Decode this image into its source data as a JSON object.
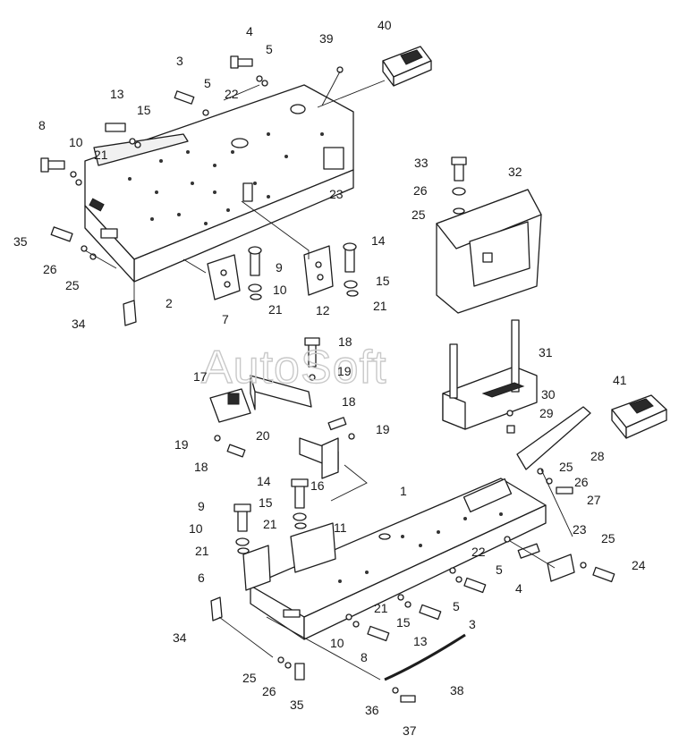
{
  "watermark": "AutoSoft",
  "callouts": {
    "n40": "40",
    "n39": "39",
    "n4a": "4",
    "n5a": "5",
    "n3a": "3",
    "n5b": "5",
    "n22a": "22",
    "n13a": "13",
    "n15a": "15",
    "n8a": "8",
    "n10a": "10",
    "n21a": "21",
    "n23a": "23",
    "n35a": "35",
    "n26a": "26",
    "n25a": "25",
    "n2": "2",
    "n34a": "34",
    "n7": "7",
    "n9a": "9",
    "n10b": "10",
    "n21b": "21",
    "n12": "12",
    "n14a": "14",
    "n15b": "15",
    "n21c": "21",
    "n33": "33",
    "n32": "32",
    "n26b": "26",
    "n25b": "25",
    "n18a": "18",
    "n19a": "19",
    "n17": "17",
    "n18b": "18",
    "n19b": "19",
    "n20": "20",
    "n19c": "19",
    "n18c": "18",
    "n16": "16",
    "n31": "31",
    "n30": "30",
    "n29": "29",
    "n41": "41",
    "n28": "28",
    "n25c": "25",
    "n26c": "26",
    "n27": "27",
    "n1": "1",
    "n14b": "14",
    "n15c": "15",
    "n9b": "9",
    "n21d": "21",
    "n11": "11",
    "n10c": "10",
    "n21e": "21",
    "n6": "6",
    "n23b": "23",
    "n25d": "25",
    "n24": "24",
    "n22b": "22",
    "n5c": "5",
    "n4b": "4",
    "n5d": "5",
    "n3b": "3",
    "n21f": "21",
    "n15d": "15",
    "n13b": "13",
    "n10d": "10",
    "n8b": "8",
    "n34b": "34",
    "n25e": "25",
    "n26d": "26",
    "n35b": "35",
    "n36": "36",
    "n37": "37",
    "n38": "38"
  }
}
